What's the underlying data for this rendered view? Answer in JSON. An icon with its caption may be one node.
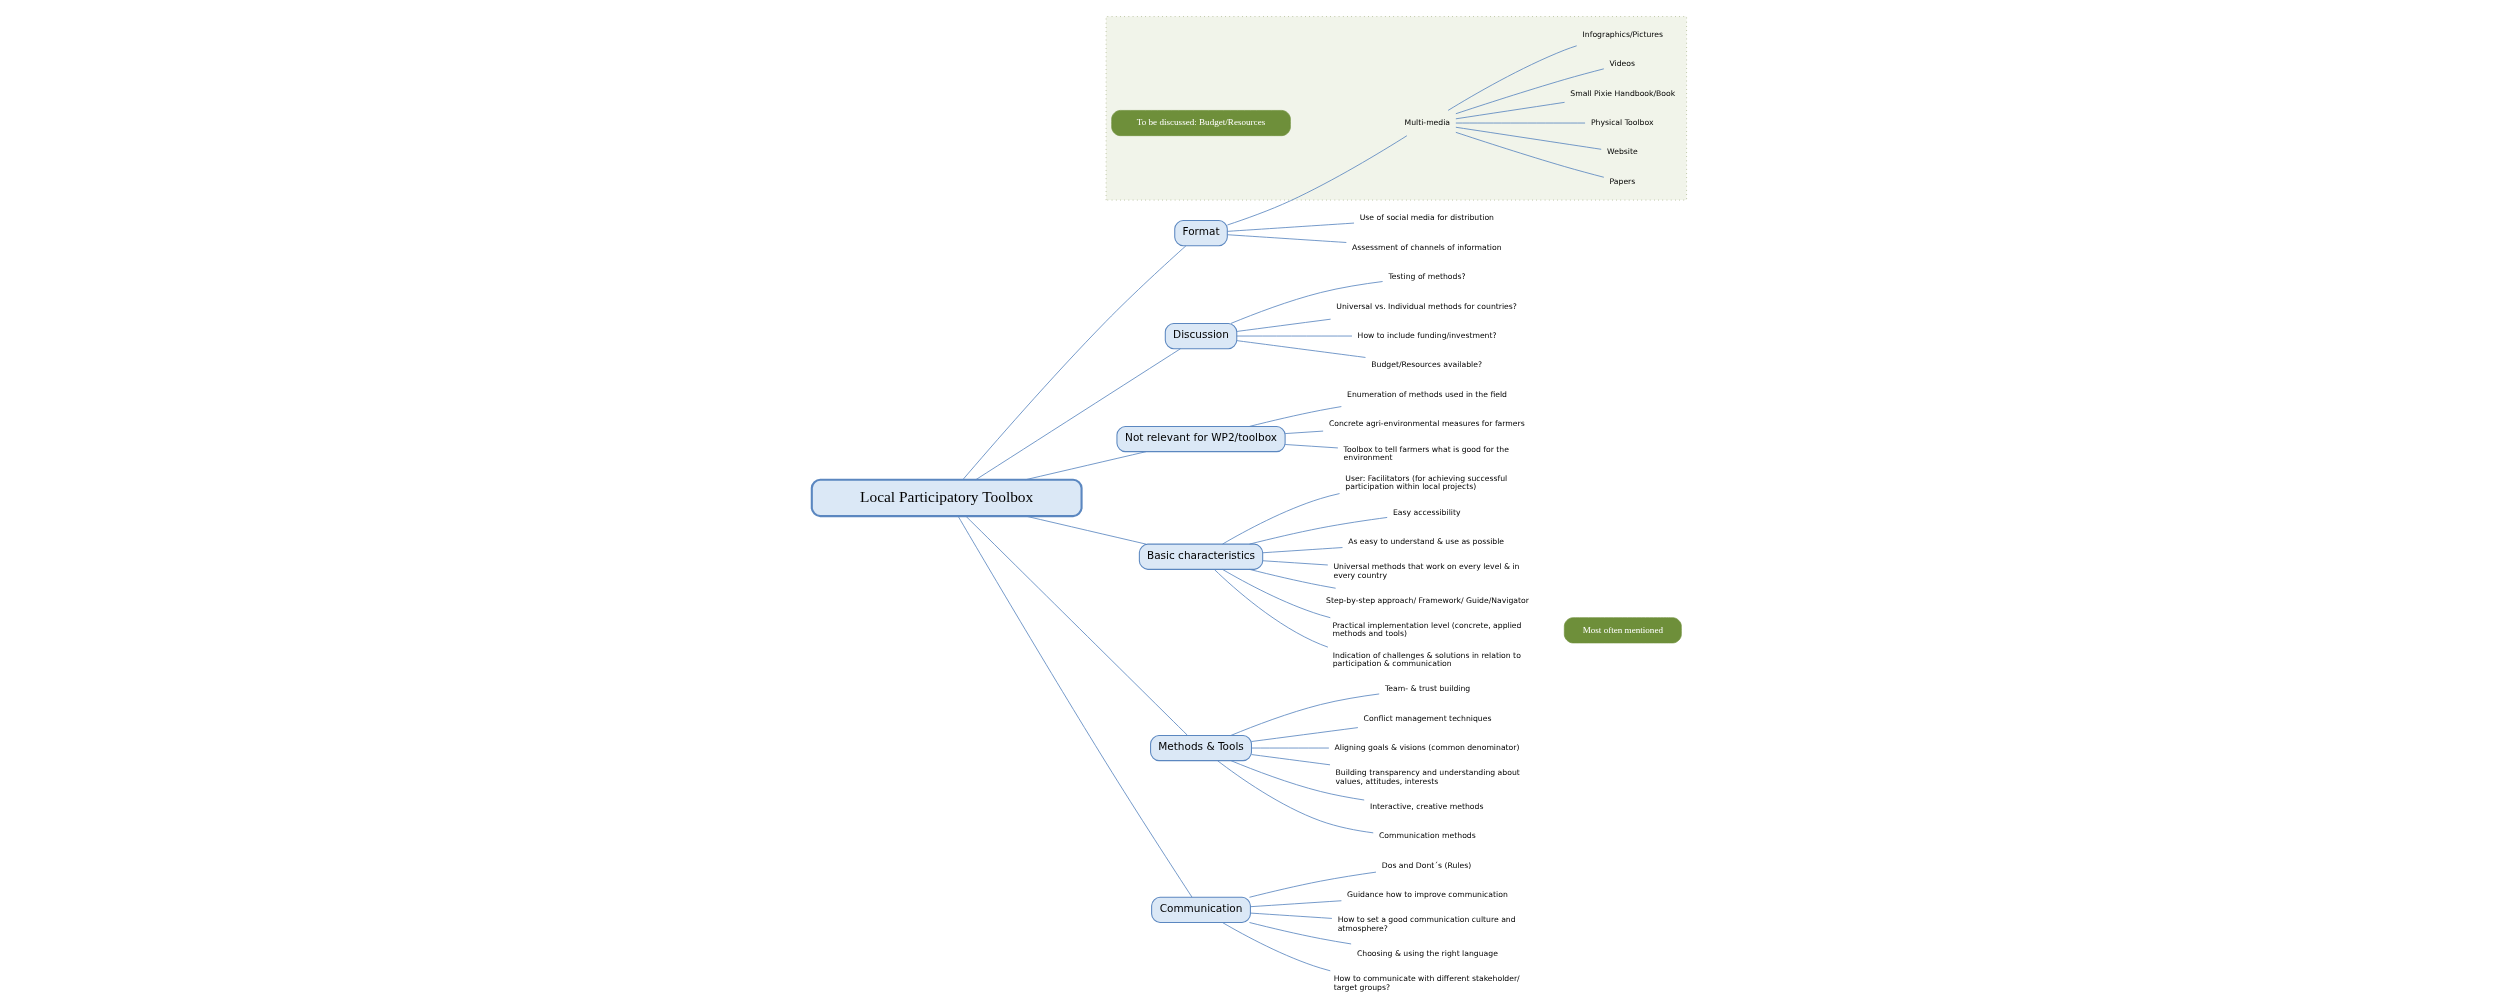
{
  "diagram": {
    "nodes": [
      {
        "text": [
          "Local Participatory Toolbox"
        ]
      },
      {
        "text": [
          "Format"
        ]
      },
      {
        "text": [],
        "shape": "box"
      },
      {
        "text": [
          "To be discussed: Budget/Resources"
        ],
        "in": 2
      },
      {
        "text": [
          "Multi-media"
        ],
        "in": 2
      },
      {
        "text": [
          "Papers"
        ],
        "in": 2
      },
      {
        "text": [
          "Website"
        ],
        "in": 2
      },
      {
        "text": [
          "Physical Toolbox"
        ],
        "in": 2
      },
      {
        "text": [
          "Small Pixie Handbook/Book"
        ],
        "in": 2
      },
      {
        "text": [
          "Videos"
        ],
        "in": 2
      },
      {
        "text": [
          "Infographics/Pictures"
        ],
        "in": 2
      },
      {
        "text": [
          "Use of social media for distribution"
        ]
      },
      {
        "text": [
          "Assessment of channels of information"
        ]
      },
      {
        "text": [
          "Discussion"
        ]
      },
      {
        "text": [
          "Testing of methods?"
        ]
      },
      {
        "text": [
          "Universal vs. Individual methods for countries?"
        ]
      },
      {
        "text": [
          "How to include funding/investment?"
        ]
      },
      {
        "text": [
          "Budget/Resources available?"
        ]
      },
      {
        "text": [
          "Not relevant for WP2/toolbox"
        ]
      },
      {
        "text": [
          "Enumeration of methods used in the field"
        ]
      },
      {
        "text": [
          "Concrete agri-environmental measures for farmers"
        ]
      },
      {
        "text": [
          "Toolbox to tell farmers what is good for the environment"
        ]
      },
      {
        "text": [
          "Basic characteristics"
        ]
      },
      {
        "text": [
          "User: Facilitators (for achieving successful participation within local projects)"
        ]
      },
      {
        "text": [
          "Easy accessibility"
        ]
      },
      {
        "text": [
          "As easy to understand & use as possible"
        ]
      },
      {
        "text": [
          "Universal methods that work on every level & in every country"
        ]
      },
      {
        "text": [
          "Step-by-step approach/ Framework/ Guide/Navigator"
        ]
      },
      {
        "text": [
          "Practical implementation level (concrete, applied methods and tools)"
        ]
      },
      {
        "text": [
          "Indication of challenges & solutions in relation to participation & communication"
        ]
      },
      {
        "text": [
          "Most often mentioned"
        ]
      },
      {
        "text": [
          "Methods & Tools"
        ]
      },
      {
        "text": [
          "Team- & trust building"
        ]
      },
      {
        "text": [
          "Conflict management techniques"
        ]
      },
      {
        "text": [
          "Aligning goals & visions (common denominator)"
        ]
      },
      {
        "text": [
          "Building transparency and understanding about values, attitudes, interests"
        ]
      },
      {
        "text": [
          "Interactive, creative methods"
        ]
      },
      {
        "text": [
          "Communication methods"
        ]
      },
      {
        "text": [
          "Communication"
        ]
      },
      {
        "text": [
          "Dos and Dont´s (Rules)"
        ]
      },
      {
        "text": [
          "Guidance how to improve communication"
        ]
      },
      {
        "text": [
          "How to set a good communication culture and atmosphere?"
        ]
      },
      {
        "text": [
          "Choosing & using the right language"
        ]
      },
      {
        "text": [
          "How to communicate with different stakeholder/ target groups?"
        ]
      }
    ],
    "edges": [
      {
        "from": 0,
        "to": 1,
        "arrow": "none"
      },
      {
        "from": 1,
        "to": 4,
        "arrow": "none"
      },
      {
        "from": 4,
        "to": 5,
        "arrow": "none"
      },
      {
        "from": 4,
        "to": 6,
        "arrow": "none"
      },
      {
        "from": 4,
        "to": 7,
        "arrow": "none"
      },
      {
        "from": 4,
        "to": 8,
        "arrow": "none"
      },
      {
        "from": 4,
        "to": 9,
        "arrow": "none"
      },
      {
        "from": 4,
        "to": 10,
        "arrow": "none"
      },
      {
        "from": 1,
        "to": 11,
        "arrow": "none"
      },
      {
        "from": 1,
        "to": 12,
        "arrow": "none"
      },
      {
        "from": 0,
        "to": 13,
        "arrow": "none"
      },
      {
        "from": 13,
        "to": 14,
        "arrow": "none"
      },
      {
        "from": 13,
        "to": 15,
        "arrow": "none"
      },
      {
        "from": 13,
        "to": 16,
        "arrow": "none"
      },
      {
        "from": 13,
        "to": 17,
        "arrow": "none"
      },
      {
        "from": 0,
        "to": 18,
        "arrow": "none"
      },
      {
        "from": 18,
        "to": 19,
        "arrow": "none"
      },
      {
        "from": 18,
        "to": 20,
        "arrow": "none"
      },
      {
        "from": 18,
        "to": 21,
        "arrow": "none"
      },
      {
        "from": 0,
        "to": 22,
        "arrow": "none"
      },
      {
        "from": 22,
        "to": 23,
        "arrow": "none"
      },
      {
        "from": 22,
        "to": 24,
        "arrow": "none"
      },
      {
        "from": 22,
        "to": 25,
        "arrow": "none"
      },
      {
        "from": 22,
        "to": 26,
        "arrow": "none"
      },
      {
        "from": 22,
        "to": 27,
        "arrow": "none"
      },
      {
        "from": 22,
        "to": 28,
        "arrow": "none"
      },
      {
        "from": 22,
        "to": 29,
        "arrow": "none"
      },
      {
        "from": 0,
        "to": 31,
        "arrow": "none"
      },
      {
        "from": 31,
        "to": 32,
        "arrow": "none"
      },
      {
        "from": 31,
        "to": 33,
        "arrow": "none"
      },
      {
        "from": 31,
        "to": 34,
        "arrow": "none"
      },
      {
        "from": 31,
        "to": 35,
        "arrow": "none"
      },
      {
        "from": 31,
        "to": 36,
        "arrow": "none"
      },
      {
        "from": 31,
        "to": 37,
        "arrow": "none"
      },
      {
        "from": 0,
        "to": 38,
        "arrow": "none"
      },
      {
        "from": 38,
        "to": 39,
        "arrow": "none"
      },
      {
        "from": 38,
        "to": 40,
        "arrow": "none"
      },
      {
        "from": 38,
        "to": 41,
        "arrow": "none"
      },
      {
        "from": 38,
        "to": 42,
        "arrow": "none"
      },
      {
        "from": 38,
        "to": 43,
        "arrow": "none"
      }
    ]
  }
}
